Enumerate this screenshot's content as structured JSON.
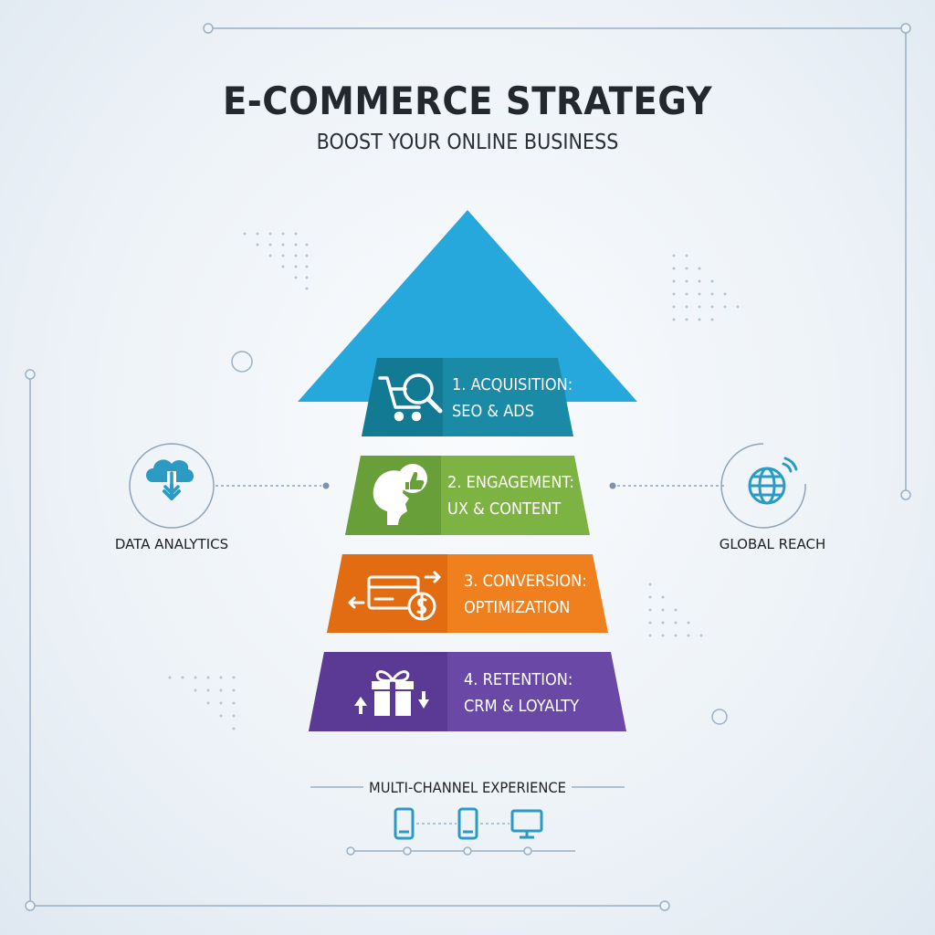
{
  "title": "E-COMMERCE STRATEGY",
  "subtitle": "BOOST YOUR ONLINE BUSINESS",
  "tiers": [
    {
      "line1": "1. ACQUISITION:",
      "line2": "SEO & ADS",
      "color": "#1a8aa6",
      "icon_color": "#137a94",
      "icon": "cart-search-icon"
    },
    {
      "line1": "2. ENGAGEMENT:",
      "line2": "UX & CONTENT",
      "color": "#7cb342",
      "icon_color": "#689f38",
      "icon": "head-thumbs-up-icon"
    },
    {
      "line1": "3. CONVERSION:",
      "line2": "OPTIMIZATION",
      "color": "#f0801e",
      "icon_color": "#e26c12",
      "icon": "payment-card-icon"
    },
    {
      "line1": "4. RETENTION:",
      "line2": "CRM & LOYALTY",
      "color": "#6a48a6",
      "icon_color": "#5a3a94",
      "icon": "gift-icon"
    }
  ],
  "arrow_color": "#26a8dc",
  "left_feature": {
    "label": "DATA ANALYTICS",
    "icon": "cloud-download-icon"
  },
  "right_feature": {
    "label": "GLOBAL REACH",
    "icon": "globe-icon"
  },
  "multichannel": {
    "label": "MULTI-CHANNEL EXPERIENCE",
    "devices": [
      "phone-icon",
      "phone-icon",
      "desktop-icon"
    ]
  },
  "accent_color": "#2b9bc4"
}
